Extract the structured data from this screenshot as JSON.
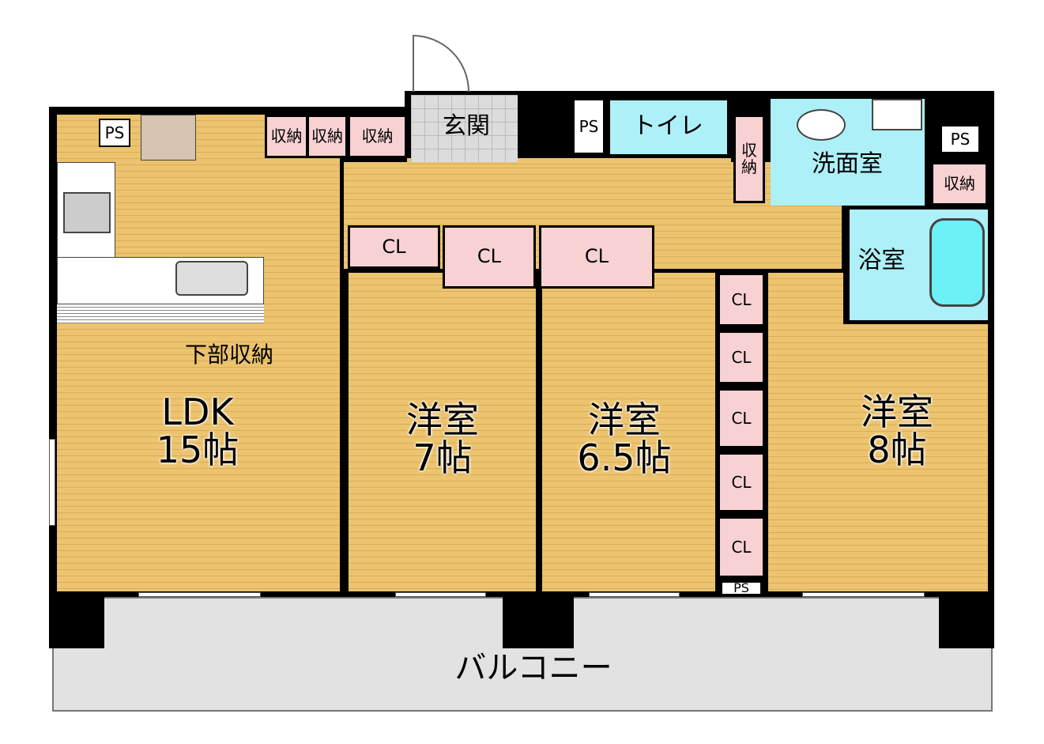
{
  "rooms": {
    "ldk": {
      "name": "LDK",
      "size": "15帖"
    },
    "room7": {
      "name": "洋室",
      "size": "7帖"
    },
    "room65": {
      "name": "洋室",
      "size": "6.5帖"
    },
    "room8": {
      "name": "洋室",
      "size": "8帖"
    },
    "entrance": "玄関",
    "toilet": "トイレ",
    "washroom": "洗面室",
    "bathroom": "浴室",
    "balcony": "バルコニー",
    "under_storage": "下部収納"
  },
  "storage": {
    "ps": "PS",
    "shuno": "収納",
    "cl": "CL"
  },
  "colors": {
    "wood": "#ecc36f",
    "closet": "#f8d2d3",
    "wet": "#aef0f7",
    "balcony": "#e2e2e2",
    "tile": "#dcdcdc"
  }
}
